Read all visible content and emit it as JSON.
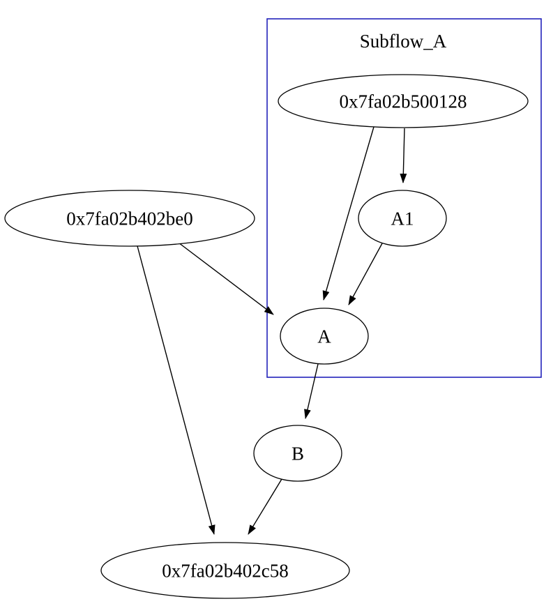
{
  "diagram": {
    "type": "directed-graph",
    "cluster": {
      "label": "Subflow_A",
      "border_color": "#2222bb"
    },
    "nodes": {
      "n500128": {
        "label": "0x7fa02b500128"
      },
      "a1": {
        "label": "A1"
      },
      "a": {
        "label": "A"
      },
      "n402be0": {
        "label": "0x7fa02b402be0"
      },
      "b": {
        "label": "B"
      },
      "n402c58": {
        "label": "0x7fa02b402c58"
      }
    },
    "edges": [
      {
        "from": "0x7fa02b500128",
        "to": "A1"
      },
      {
        "from": "0x7fa02b500128",
        "to": "A"
      },
      {
        "from": "A1",
        "to": "A"
      },
      {
        "from": "0x7fa02b402be0",
        "to": "A"
      },
      {
        "from": "0x7fa02b402be0",
        "to": "0x7fa02b402c58"
      },
      {
        "from": "A",
        "to": "B"
      },
      {
        "from": "B",
        "to": "0x7fa02b402c58"
      }
    ]
  }
}
